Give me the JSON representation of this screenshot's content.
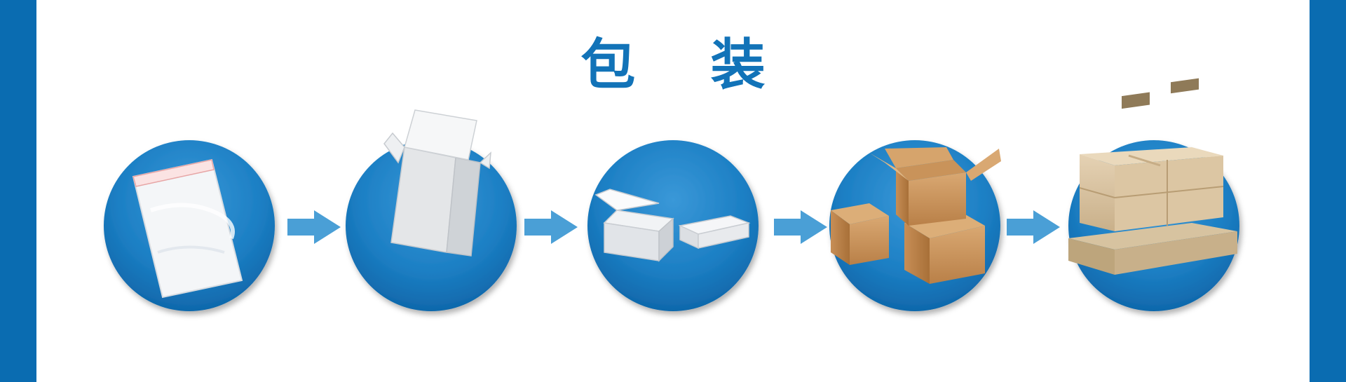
{
  "title": "包 装",
  "colors": {
    "side_bar": "#0a6cb1",
    "title": "#1273b8",
    "circle": "#1c7fc4",
    "arrow": "#4a9fd6"
  },
  "steps": [
    {
      "id": "poly-bag",
      "icon": "ziplock-bag-icon"
    },
    {
      "id": "white-box",
      "icon": "open-white-box-icon"
    },
    {
      "id": "mailer-box",
      "icon": "white-mailer-box-icon"
    },
    {
      "id": "cartons",
      "icon": "cardboard-cartons-icon"
    },
    {
      "id": "pallet",
      "icon": "palletized-cartons-icon"
    }
  ]
}
